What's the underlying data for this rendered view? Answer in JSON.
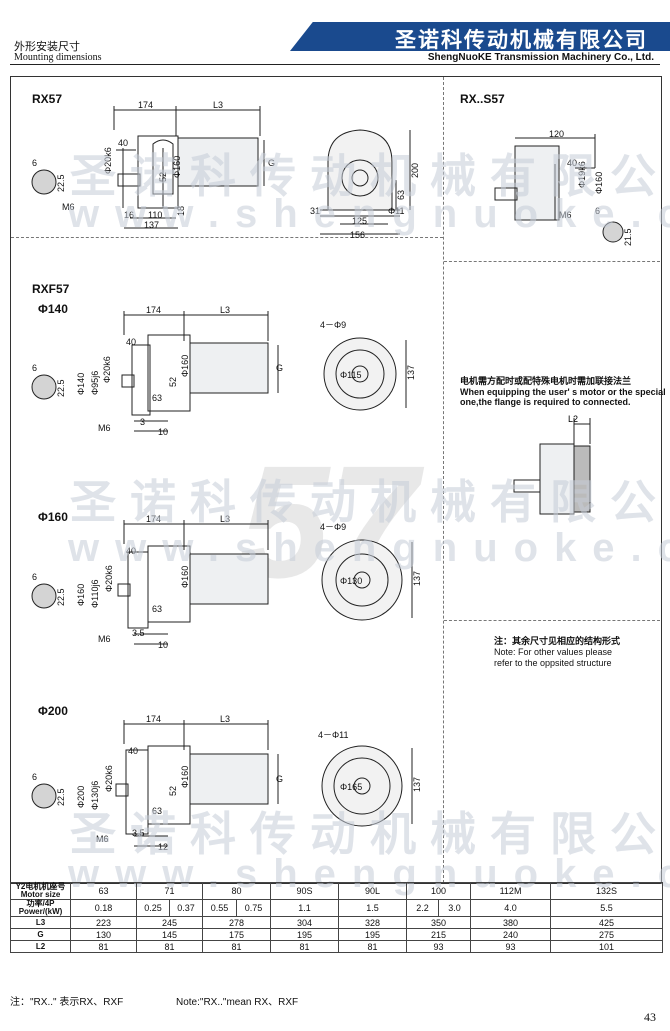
{
  "header": {
    "section_cn": "外形安装尺寸",
    "section_en": "Mounting dimensions",
    "company_cn": "圣诺科传动机械有限公司",
    "company_en": "ShengNuoKE Transmission Machinery Co., Ltd."
  },
  "watermark": {
    "cn": "圣诺科传动机械有限公司",
    "en": "www.shengnuoke.com"
  },
  "big_mark": "57",
  "panels": {
    "rx57": {
      "title": "RX57",
      "dims": [
        "174",
        "L3",
        "40",
        "Φ20k6",
        "Φ160",
        "52",
        "G",
        "6",
        "22.5",
        "M6",
        "16",
        "110",
        "137",
        "18"
      ],
      "end_dims": [
        "200",
        "63",
        "31",
        "125",
        "156",
        "Φ11"
      ]
    },
    "rxs57": {
      "title": "RX..S57",
      "dims": [
        "120",
        "40",
        "Φ19k6",
        "Φ160",
        "M6",
        "6",
        "21.5"
      ]
    },
    "rxf57": {
      "title": "RXF57"
    },
    "f140": {
      "title": "Φ140",
      "dims": [
        "174",
        "L3",
        "40",
        "Φ20k6",
        "Φ160",
        "52",
        "G",
        "6",
        "22.5",
        "Φ140",
        "Φ95j6",
        "M6",
        "63",
        "3",
        "10"
      ],
      "flange": [
        "4－Φ9",
        "Φ115",
        "137"
      ]
    },
    "f160": {
      "title": "Φ160",
      "dims": [
        "174",
        "L3",
        "40",
        "Φ20k6",
        "Φ160",
        "6",
        "22.5",
        "Φ160",
        "Φ110j6",
        "M6",
        "63",
        "3.5",
        "10"
      ],
      "flange": [
        "4－Φ9",
        "Φ130",
        "137"
      ]
    },
    "f200": {
      "title": "Φ200",
      "dims": [
        "174",
        "L3",
        "40",
        "Φ20k6",
        "Φ160",
        "52",
        "G",
        "6",
        "22.5",
        "Φ200",
        "Φ130j6",
        "M6",
        "63",
        "3.5",
        "12"
      ],
      "flange": [
        "4－Φ11",
        "Φ165",
        "137"
      ]
    },
    "motor_note": {
      "cn": "电机需方配时或配特殊电机时需加联接法兰",
      "en": [
        "When equipping the user' s motor or the special",
        "one,the flange is required to connected."
      ],
      "l2": "L2"
    },
    "other_note": {
      "cn": "注：其余尺寸见相应的结构形式",
      "en": [
        "Note: For other values please",
        "refer to the oppsited structure"
      ]
    }
  },
  "table": {
    "row_motor": {
      "label": [
        "Y2电机机座号",
        "Motor size"
      ],
      "values": [
        "63",
        "71",
        "80",
        "90S",
        "90L",
        "100",
        "112M",
        "132S"
      ]
    },
    "row_power": {
      "label": [
        "功率/4P",
        "Power/(kW)"
      ],
      "values": [
        "0.18",
        "0.25",
        "0.37",
        "0.55",
        "0.75",
        "1.1",
        "1.5",
        "2.2",
        "3.0",
        "4.0",
        "5.5"
      ]
    },
    "row_l3": {
      "label": "L3",
      "values": [
        "223",
        "245",
        "278",
        "304",
        "328",
        "350",
        "380",
        "425"
      ]
    },
    "row_g": {
      "label": "G",
      "values": [
        "130",
        "145",
        "175",
        "195",
        "195",
        "215",
        "240",
        "275"
      ]
    },
    "row_l2": {
      "label": "L2",
      "values": [
        "81",
        "81",
        "81",
        "81",
        "81",
        "93",
        "93",
        "101"
      ]
    }
  },
  "footer": {
    "note_cn": "注：\"RX..\" 表示RX、RXF",
    "note_en": "Note:\"RX..\"mean RX、RXF",
    "page": "43"
  }
}
